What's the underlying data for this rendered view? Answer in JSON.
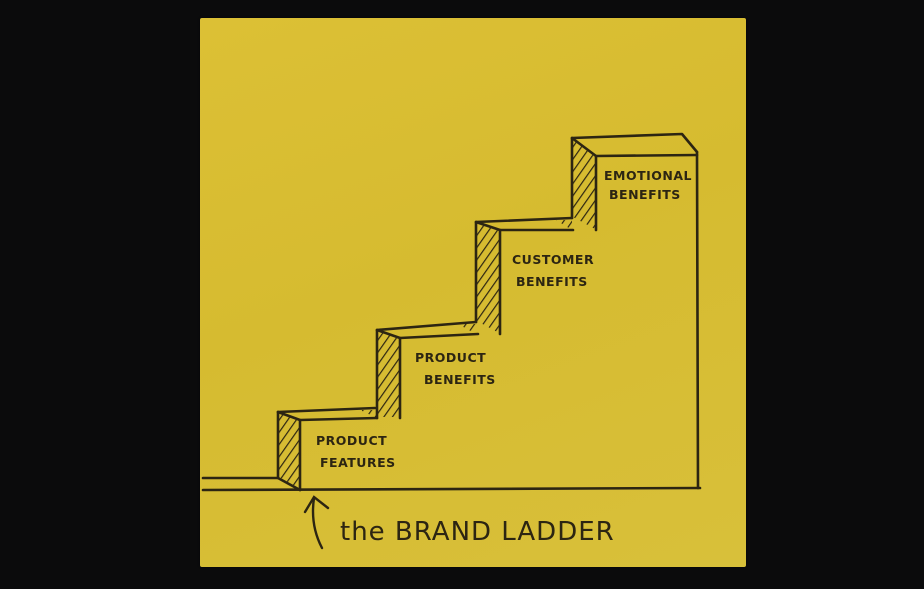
{
  "note": {
    "background_color": "#d8bd33",
    "ink_color": "#2c2512"
  },
  "diagram": {
    "title": "the BRAND LADDER",
    "steps": [
      {
        "line1": "PRODUCT",
        "line2": "FEATURES"
      },
      {
        "line1": "PRODUCT",
        "line2": "BENEFITS"
      },
      {
        "line1": "CUSTOMER",
        "line2": "BENEFITS"
      },
      {
        "line1": "EMOTIONAL",
        "line2": "BENEFITS"
      }
    ],
    "arrow": "up-arrow"
  }
}
